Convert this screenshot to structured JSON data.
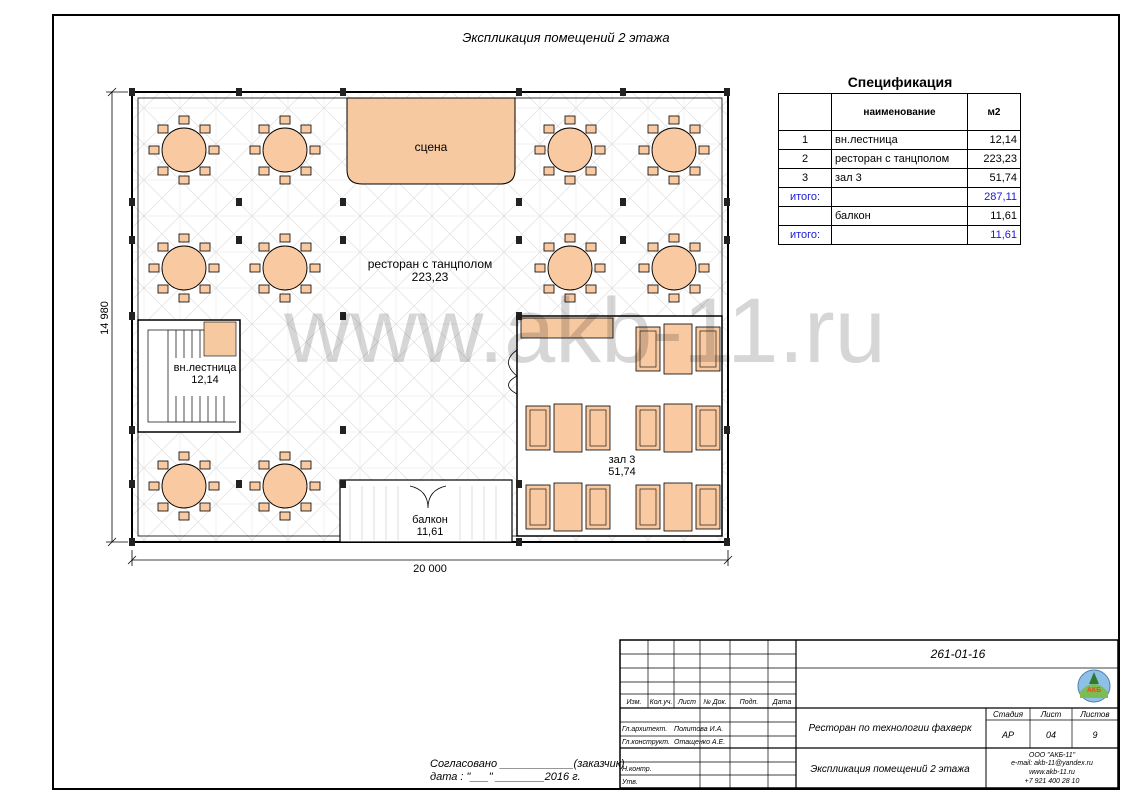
{
  "header": {
    "title": "Экспликация помещений 2 этажа"
  },
  "watermark": "www.akb-11.ru",
  "plan": {
    "rooms": {
      "stage": "сцена",
      "restaurant_name": "ресторан с танцполом",
      "restaurant_area": "223,23",
      "stair_name": "вн.лестница",
      "stair_area": "12,14",
      "hall_name": "зал 3",
      "hall_area": "51,74",
      "balcony_name": "балкон",
      "balcony_area": "11,61"
    },
    "dim_width": "20 000",
    "dim_height": "14 980"
  },
  "spec": {
    "title": "Спецификация",
    "col_name": "наименование",
    "col_area": "м2",
    "rows": [
      {
        "num": "1",
        "name": "вн.лестница",
        "area": "12,14"
      },
      {
        "num": "2",
        "name": "ресторан с танцполом",
        "area": "223,23"
      },
      {
        "num": "3",
        "name": "зал 3",
        "area": "51,74"
      },
      {
        "num": "итого:",
        "name": "",
        "area": "287,11"
      },
      {
        "num": "",
        "name": "балкон",
        "area": "11,61"
      },
      {
        "num": "итого:",
        "name": "",
        "area": "11,61"
      }
    ]
  },
  "agreement": {
    "line1": "Согласовано ____________(заказчик)",
    "line2": "дата : \"___\" ________2016 г."
  },
  "stamp": {
    "code": "261-01-16",
    "cols": [
      "Изм.",
      "Кол.уч.",
      "Лист",
      "№ Док.",
      "Подп.",
      "Дата"
    ],
    "role1": "Гл.архитект.",
    "person1": "Политова И.А.",
    "role2": "Гл.конструкт.",
    "person2": "Отащенко А.Е.",
    "role3": "Н.контр.",
    "role4": "Утв.",
    "project": "Ресторан по технологии фахверк",
    "sheet_title": "Экспликация помещений 2 этажа",
    "stage_label": "Стадия",
    "sheet_label": "Лист",
    "sheets_label": "Листов",
    "stage_val": "АР",
    "sheet_val": "04",
    "sheets_val": "9",
    "company": "ООО \"АКБ-11\"",
    "email": "e-mail: akb-11@yandex.ru",
    "web": "www.akb-11.ru",
    "phone": "+7 921 400 28 10",
    "logo_text": "АКБ"
  },
  "colors": {
    "table_fill": "#f9c9a1",
    "stage_fill": "#f7c9a1",
    "floor_line": "#c9c9c9",
    "link_blue": "#1a1ad6"
  }
}
